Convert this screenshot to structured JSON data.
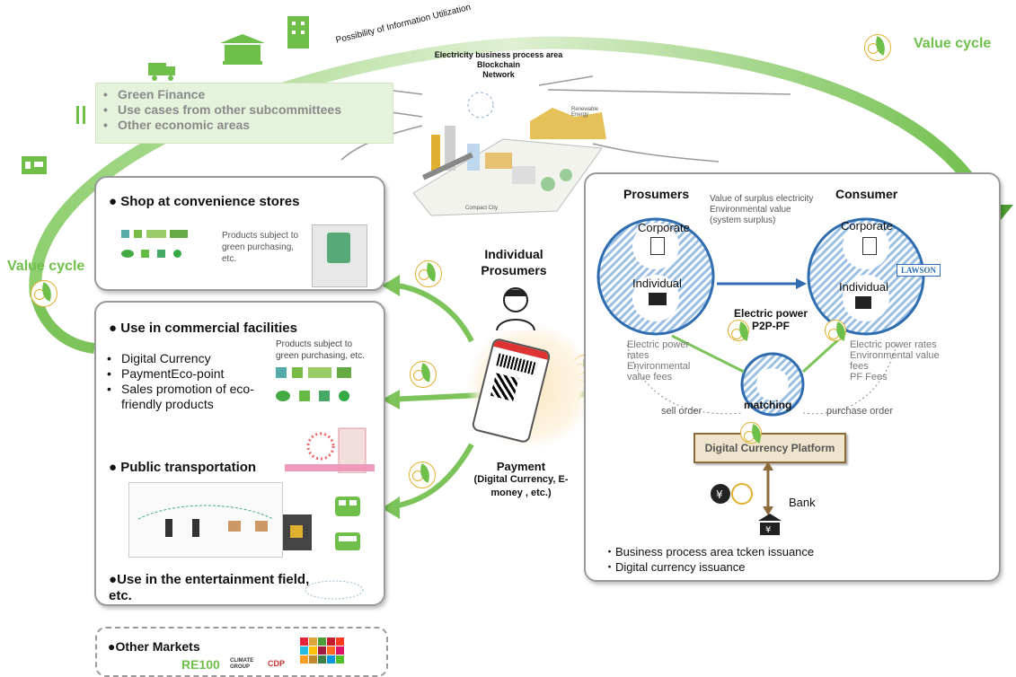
{
  "top": {
    "arc_label": "Possibility of Information Utilization",
    "network_line1": "Electricity business process area",
    "network_line2": "Blockchain",
    "network_line3": "Network",
    "renewable": "Renewable Energy",
    "compact_city": "Compact City"
  },
  "value_cycle_right": "Value cycle",
  "value_cycle_left": "Value cycle",
  "areas": [
    "Green Finance",
    "Use cases from other subcommittees",
    "Other economic areas"
  ],
  "shop": {
    "title": "Shop at convenience stores",
    "note": "Products subject to green purchasing, etc."
  },
  "commercial": {
    "title": "Use in commercial facilities",
    "bullets": [
      "Digital Currency",
      "PaymentEco-point",
      "Sales promotion of eco-friendly products"
    ],
    "note": "Products subject to green purchasing, etc."
  },
  "transport": {
    "title": "Public transportation"
  },
  "entertainment": {
    "title": "Use in the entertainment field, etc."
  },
  "other_markets": {
    "title": "Other Markets",
    "logos": [
      "RE100",
      "CLIMATE GROUP",
      "CDP"
    ]
  },
  "center": {
    "title": "Individual Prosumers",
    "payment_title": "Payment",
    "payment_sub": "(Digital Currency, E-money , etc.)"
  },
  "p2p": {
    "prosumers": "Prosumers",
    "consumer": "Consumer",
    "corporate_left": "Corporate",
    "individual_left": "Individual",
    "corporate_right": "Corporate",
    "individual_right": "Individual",
    "surplus": [
      "Value of surplus electricity",
      "Environmental value (system surplus)"
    ],
    "platform_line1": "Electric power",
    "platform_line2": "P2P-PF",
    "lawson": "LAWSON",
    "left_fees": [
      "Electric power rates",
      "Environmental value fees"
    ],
    "right_fees": [
      "Electric power rates",
      "Environmental value fees",
      "PF Fees"
    ],
    "matching": "matching",
    "sell_order": "sell order",
    "purchase_order": "purchase order",
    "dcp": "Digital Currency Platform",
    "bank": "Bank",
    "issuance": [
      "Business process area tcken issuance",
      "Digital currency issuance"
    ]
  },
  "colors": {
    "green": "#6fbf4b",
    "blue": "#2f6db0",
    "gold": "#e0b030",
    "dcp_fill": "#efe4cc",
    "dcp_border": "#8b6b3a"
  }
}
